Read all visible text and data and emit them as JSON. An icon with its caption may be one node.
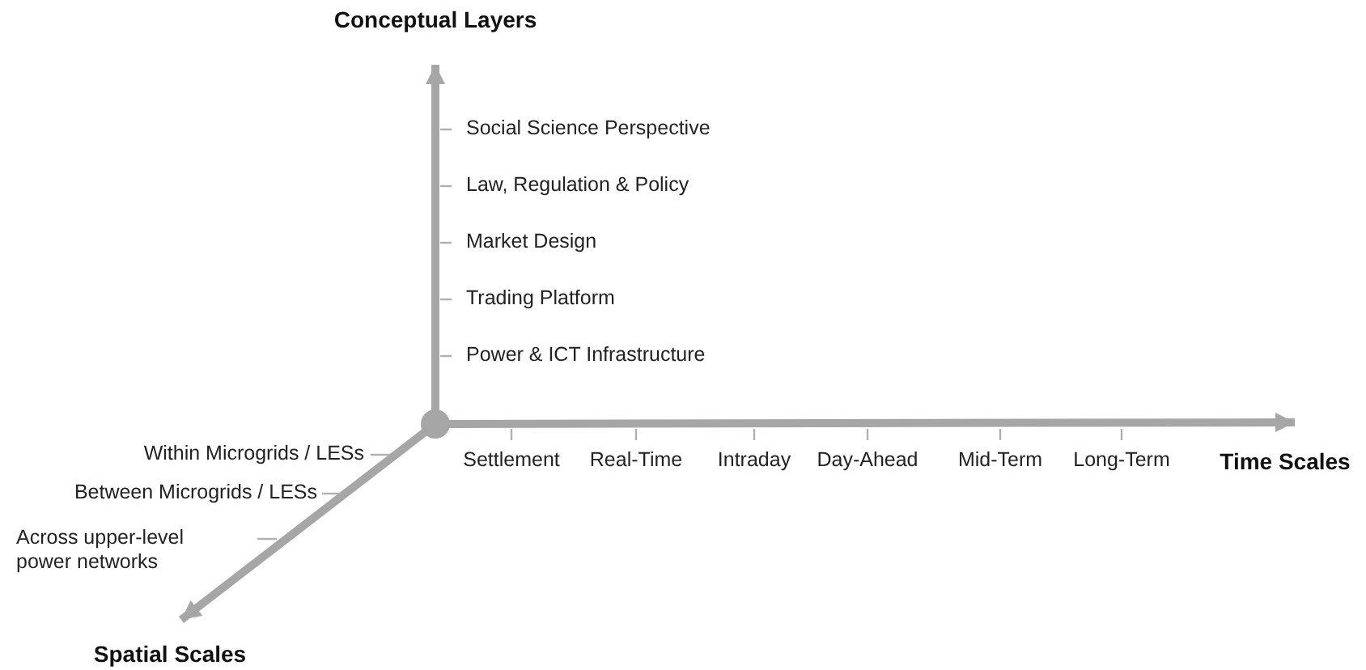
{
  "diagram": {
    "nodes": [
      {
        "text": [
          "Conceptual Layers"
        ]
      },
      {
        "text": [],
        "shape": "circle"
      },
      {
        "text": [
          "Time Scales"
        ]
      },
      {
        "text": [
          "Spatial Scales"
        ]
      }
    ],
    "edges": [
      {
        "from": 1,
        "to": 0,
        "arrow": "to"
      },
      {
        "from": 1,
        "to": 2,
        "arrow": "to"
      },
      {
        "from": 1,
        "to": 3,
        "arrow": "to"
      }
    ],
    "labels": [
      "Social Science Perspective",
      "Law, Regulation & Policy",
      "Market Design",
      "Trading Platform",
      "Power & ICT Infrastructure",
      "Within Microgrids / LESs",
      "Settlement",
      "Real-Time",
      "Intraday",
      "Day-Ahead",
      "Mid-Term",
      "Long-Term",
      "Between Microgrids / LESs",
      "Across upper-level power networks"
    ]
  }
}
